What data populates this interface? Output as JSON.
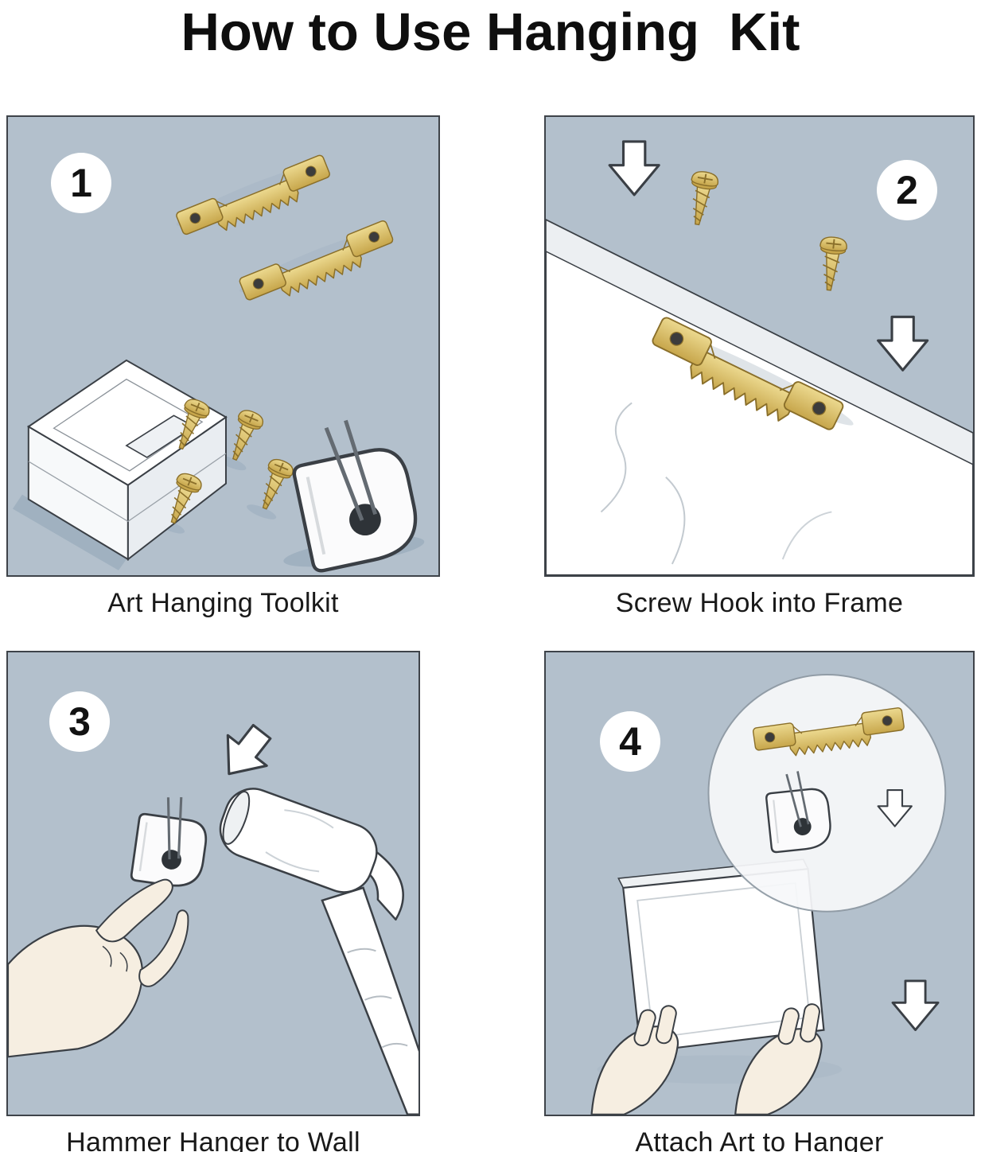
{
  "title": "How to Use Hanging  Kit",
  "steps": [
    {
      "number": "1",
      "caption": "Art Hanging Toolkit"
    },
    {
      "number": "2",
      "caption": "Screw Hook into Frame"
    },
    {
      "number": "3",
      "caption": "Hammer Hanger to Wall"
    },
    {
      "number": "4",
      "caption": "Attach Art to Hanger"
    }
  ],
  "colors": {
    "panel_background": "#b3c0cc",
    "brass": "#d9bf6e",
    "brass_dark": "#8a6f2a",
    "line": "#3a3f45",
    "skin": "#f6eee1",
    "shadow": "#a0b1c0"
  }
}
